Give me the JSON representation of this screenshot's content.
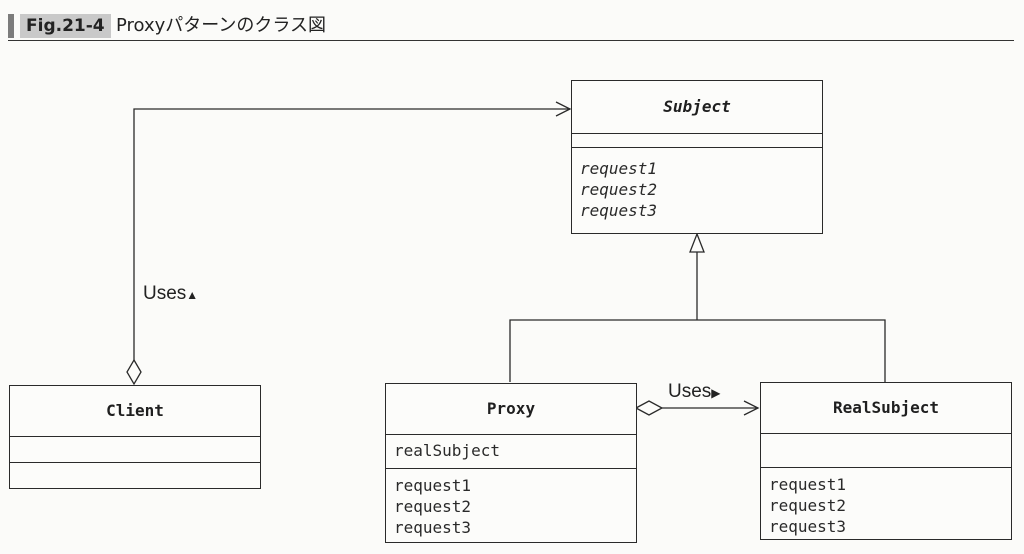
{
  "header": {
    "figure_label": "Fig.21-4",
    "title": "Proxyパターンのクラス図"
  },
  "classes": {
    "subject": {
      "name": "Subject",
      "attributes": [],
      "methods": [
        "request1",
        "request2",
        "request3"
      ]
    },
    "client": {
      "name": "Client",
      "attributes": [],
      "methods": []
    },
    "proxy": {
      "name": "Proxy",
      "attributes": [
        "realSubject"
      ],
      "methods": [
        "request1",
        "request2",
        "request3"
      ]
    },
    "real_subject": {
      "name": "RealSubject",
      "attributes": [],
      "methods": [
        "request1",
        "request2",
        "request3"
      ]
    }
  },
  "associations": {
    "client_uses": {
      "label": "Uses",
      "direction_icon": "triangle-up-icon",
      "glyph": "▲"
    },
    "proxy_uses": {
      "label": "Uses",
      "direction_icon": "triangle-right-icon",
      "glyph": "▶"
    }
  }
}
